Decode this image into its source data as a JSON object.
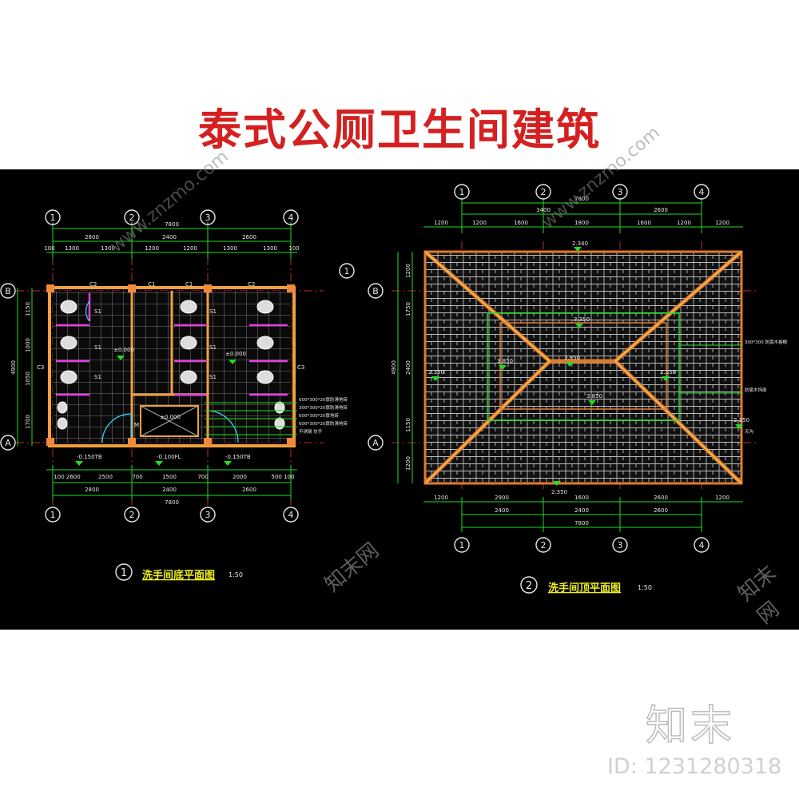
{
  "header": {
    "title": "泰式公厕卫生间建筑"
  },
  "plan1": {
    "caption": "洗手间底平面图",
    "scale": "1:50",
    "number": "1",
    "axes": [
      "1",
      "2",
      "3",
      "4",
      "B",
      "A"
    ],
    "dims_top_total": "7800",
    "dims_top": [
      "2800",
      "2400",
      "2600"
    ],
    "dims_top_detail": [
      "100",
      "1300",
      "1300",
      "1200",
      "1200",
      "1300",
      "1300",
      "100"
    ],
    "dims_bottom": [
      "100 2600",
      "2500",
      "700",
      "1500",
      "700",
      "2000",
      "500 100"
    ],
    "dims_bottom2": [
      "2800",
      "2400",
      "2600"
    ],
    "dims_bottom_total": "7800",
    "dims_left": [
      "1150",
      "1000",
      "1050",
      "1700"
    ],
    "dims_left_total": "4900",
    "elev_room": "±0.000",
    "elev_room2": "±0.000",
    "elev_out1": "-0.150TB",
    "elev_out2": "-0.100FL",
    "elev_out3": "-0.150TB",
    "notes": [
      "600*300*20厚防滑地砖",
      "300*300*20厚防滑地砖",
      "600*300*20厚地砖",
      "600*300*20厚防滑地砖",
      "不锈钢 扶手"
    ],
    "labels": {
      "c1": "C1",
      "c2": "C2",
      "c3": "C3",
      "s1": "S1",
      "m": "M"
    }
  },
  "plan2": {
    "caption": "洗手间顶平面图",
    "scale": "1:50",
    "number": "2",
    "axes": [
      "1",
      "2",
      "3",
      "4",
      "B",
      "A"
    ],
    "dims_top_total": "7800",
    "dims_top": [
      "3400",
      "2600"
    ],
    "dims_top_detail": [
      "1200",
      "1200",
      "1600",
      "1800",
      "1600",
      "1200",
      "1200"
    ],
    "dims_bottom": [
      "1200",
      "2900",
      "1600",
      "2600",
      "1200"
    ],
    "dims_bottom2": [
      "2400",
      "2400",
      "2600"
    ],
    "dims_bottom_total": "7800",
    "dims_left": [
      "1200",
      "1750",
      "2400",
      "1150",
      "1200"
    ],
    "dims_left_total": "4900",
    "elevations": [
      "2.340",
      "3.350",
      "3.850",
      "2.350",
      "3.850",
      "2.350",
      "3.850",
      "2.350",
      "2.350"
    ],
    "notes": [
      "300*300 防腐木格栅",
      "防腐木饰面",
      "天沟"
    ]
  },
  "watermark": {
    "site": "www.znzmo.com",
    "brand": "知末网",
    "logo": "知末",
    "id": "ID: 1231280318"
  },
  "colors": {
    "title": "#d42020",
    "dim": "#22dd22",
    "axis": "#e8e8e8",
    "roof": "#e07a2a",
    "wall": "#f0a040"
  }
}
